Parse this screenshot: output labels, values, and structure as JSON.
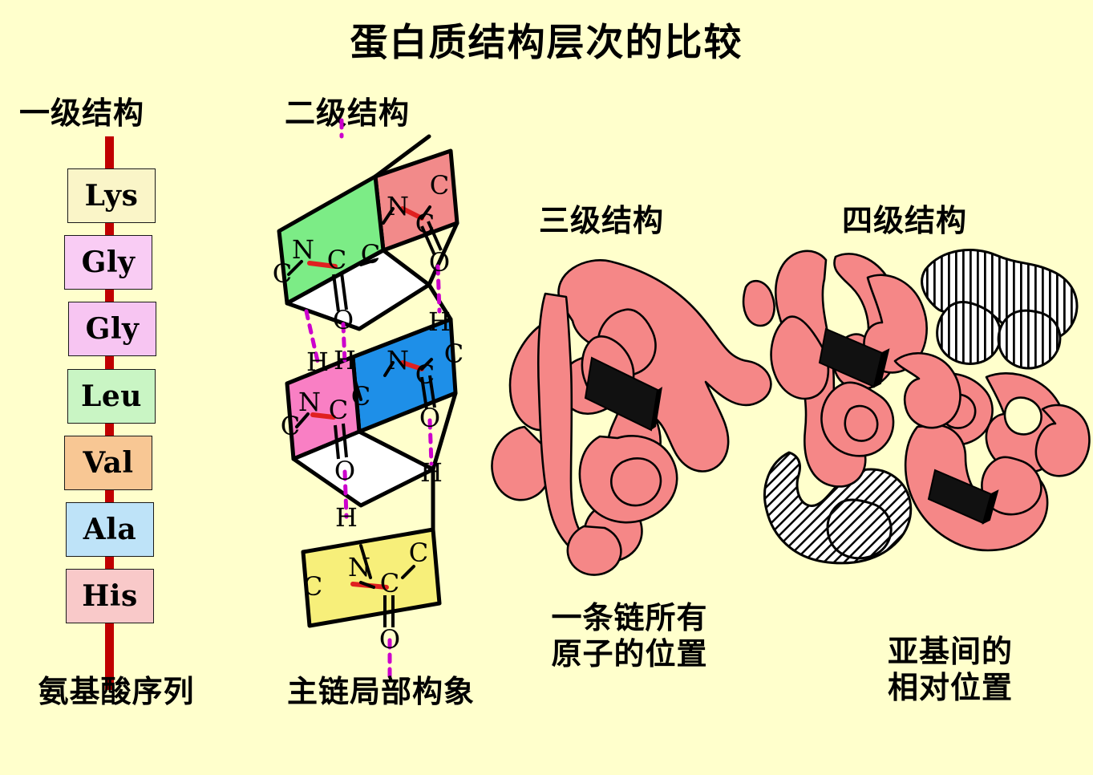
{
  "title": "蛋白质结构层次的比较",
  "background_color": "#FFFFCC",
  "levels": {
    "primary": {
      "heading": "一级结构",
      "caption": "氨基酸序列",
      "backbone_color": "#C00000",
      "residues": [
        {
          "label": "Lys",
          "color": "#FAF5C8"
        },
        {
          "label": "Gly",
          "color": "#F9CCF4"
        },
        {
          "label": "Gly",
          "color": "#F7C5F2"
        },
        {
          "label": "Leu",
          "color": "#C9F5C4"
        },
        {
          "label": "Val",
          "color": "#F8C794"
        },
        {
          "label": "Ala",
          "color": "#BEE3F8"
        },
        {
          "label": "His",
          "color": "#F9C9C9"
        }
      ]
    },
    "secondary": {
      "heading": "二级结构",
      "caption": "主链局部构象",
      "plane_colors": [
        "#7CEC86",
        "#F28A8A",
        "#F97FC4",
        "#1E8FE8",
        "#F7EF7A"
      ],
      "peptide_bond_color": "#E02020",
      "hydrogen_bond_color": "#CC00CC",
      "atom_labels": [
        "C",
        "N",
        "C",
        "C",
        "O",
        "H"
      ],
      "planes": [
        {
          "name": "plane-green",
          "color": "#7CEC86",
          "atoms": [
            "C",
            "N",
            "C",
            "C",
            "O"
          ]
        },
        {
          "name": "plane-red",
          "color": "#F28A8A",
          "atoms": [
            "C",
            "N",
            "C",
            "C",
            "O"
          ]
        },
        {
          "name": "plane-pink",
          "color": "#F97FC4",
          "atoms": [
            "C",
            "N",
            "C",
            "C",
            "O"
          ]
        },
        {
          "name": "plane-blue",
          "color": "#1E8FE8",
          "atoms": [
            "C",
            "N",
            "C",
            "C",
            "O"
          ]
        },
        {
          "name": "plane-yellow",
          "color": "#F7EF7A",
          "atoms": [
            "C",
            "N",
            "C",
            "C",
            "O"
          ]
        }
      ]
    },
    "tertiary": {
      "heading": "三级结构",
      "caption": "一条链所有\n原子的位置",
      "caption_line1": "一条链所有",
      "caption_line2": "原子的位置",
      "chain_color": "#F58787",
      "heme_color": "#111111"
    },
    "quaternary": {
      "heading": "四级结构",
      "caption_line1": "亚基间的",
      "caption_line2": "相对位置",
      "chain_color": "#F58787",
      "second_subunit_color": "#111111"
    }
  }
}
